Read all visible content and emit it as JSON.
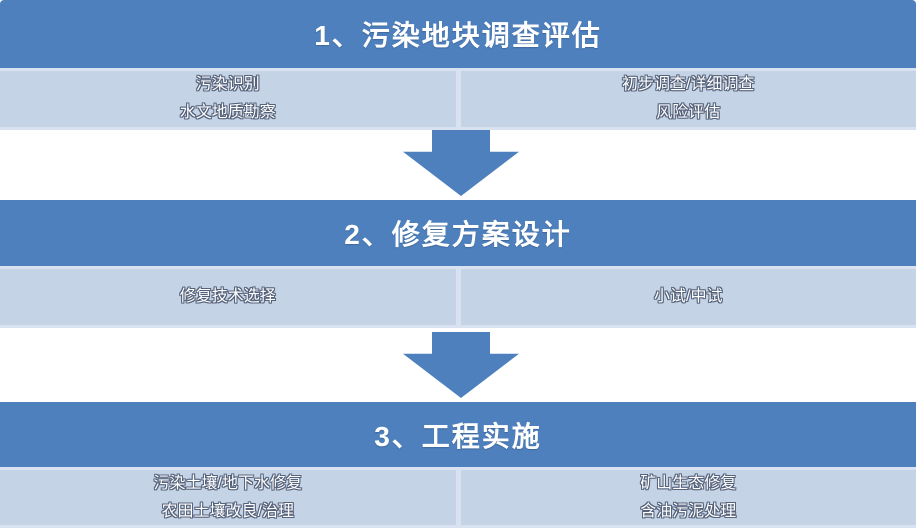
{
  "diagram": {
    "stages": [
      {
        "title": "1、污染地块调查评估",
        "left": [
          "污染识别",
          "水文地质勘察"
        ],
        "right": [
          "初步调查/详细调查",
          "风险评估"
        ]
      },
      {
        "title": "2、修复方案设计",
        "left": [
          "修复技术选择"
        ],
        "right": [
          "小试/中试"
        ]
      },
      {
        "title": "3、工程实施",
        "left": [
          "污染土壤/地下水修复",
          "农田土壤改良/治理"
        ],
        "right": [
          "矿山生态修复",
          "含油污泥处理"
        ]
      }
    ],
    "colors": {
      "stage_header_blue": "#4E80BE",
      "body_light_blue": "#C5D3E6",
      "body_edge_light": "#D9E2F0",
      "arrow_blue": "#4E80BE",
      "text_white": "#FFFFFF",
      "label_outline": "#55627B"
    }
  }
}
